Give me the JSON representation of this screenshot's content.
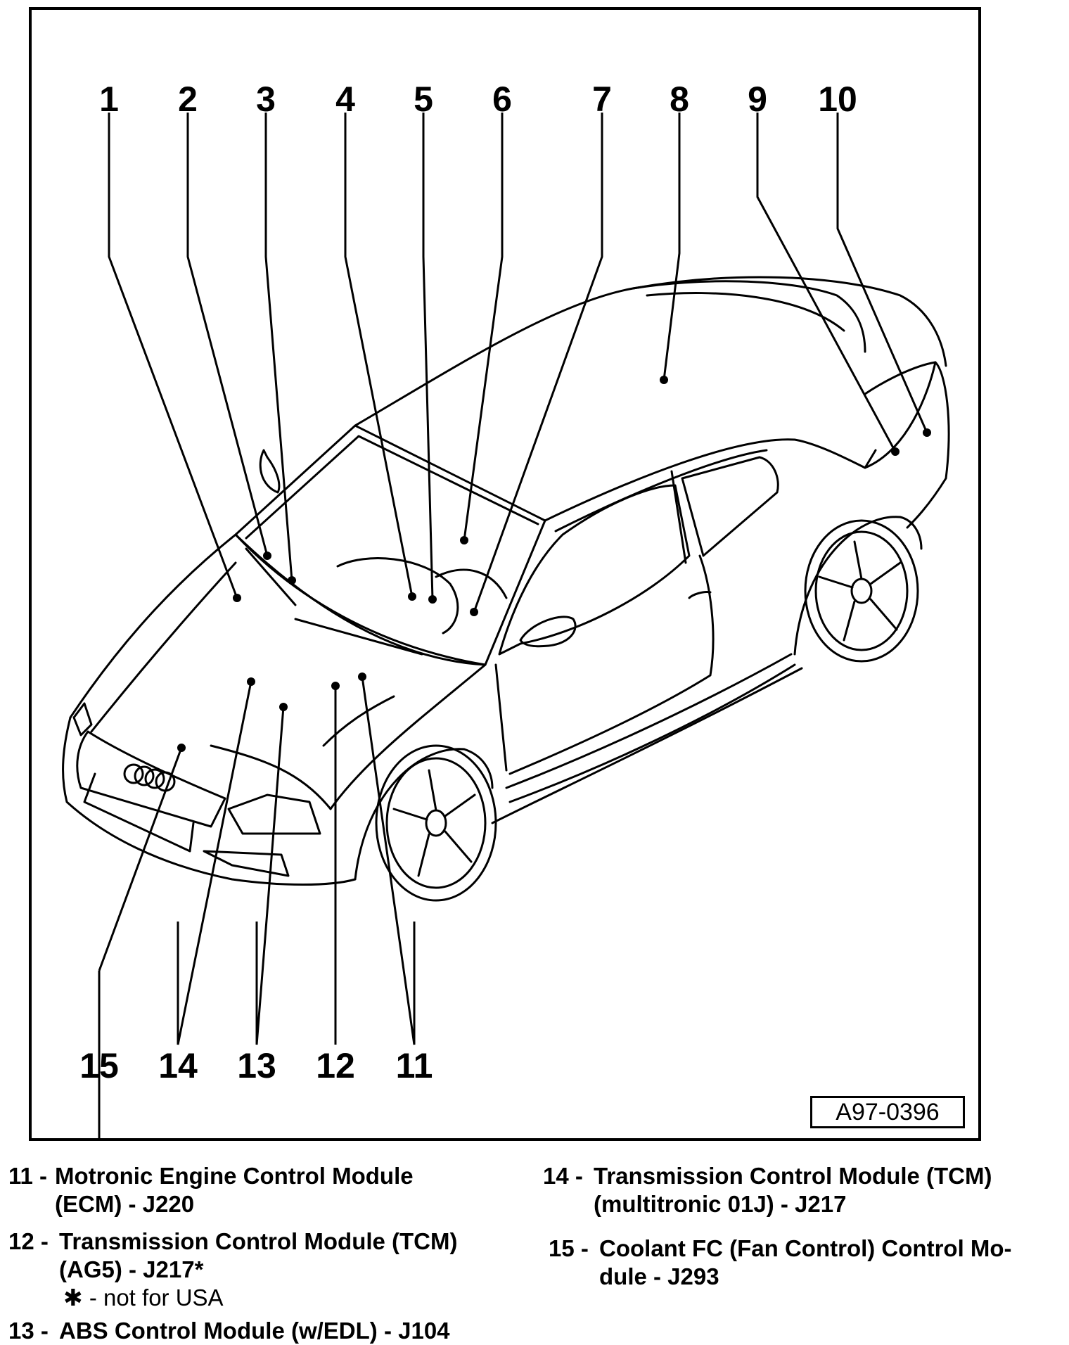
{
  "figure_id": "A97-0396",
  "callouts_top": [
    "1",
    "2",
    "3",
    "4",
    "5",
    "6",
    "7",
    "8",
    "9",
    "10"
  ],
  "callouts_bottom": [
    "15",
    "14",
    "13",
    "12",
    "11"
  ],
  "legend": [
    {
      "num": "11 -",
      "line1": "Motronic Engine Control Module",
      "line2": "(ECM) - J220"
    },
    {
      "num": "12 -",
      "line1": "Transmission Control Module (TCM)",
      "line2": "(AG5) - J217*",
      "note": "✱ - not for USA"
    },
    {
      "num": "13 -",
      "line1": "ABS Control Module (w/EDL) - J104"
    },
    {
      "num": "14 -",
      "line1": "Transmission Control Module (TCM)",
      "line2": "(multitronic 01J) - J217"
    },
    {
      "num": "15 -",
      "line1": "Coolant FC (Fan Control) Control Mo-",
      "line2": "dule - J293"
    }
  ]
}
